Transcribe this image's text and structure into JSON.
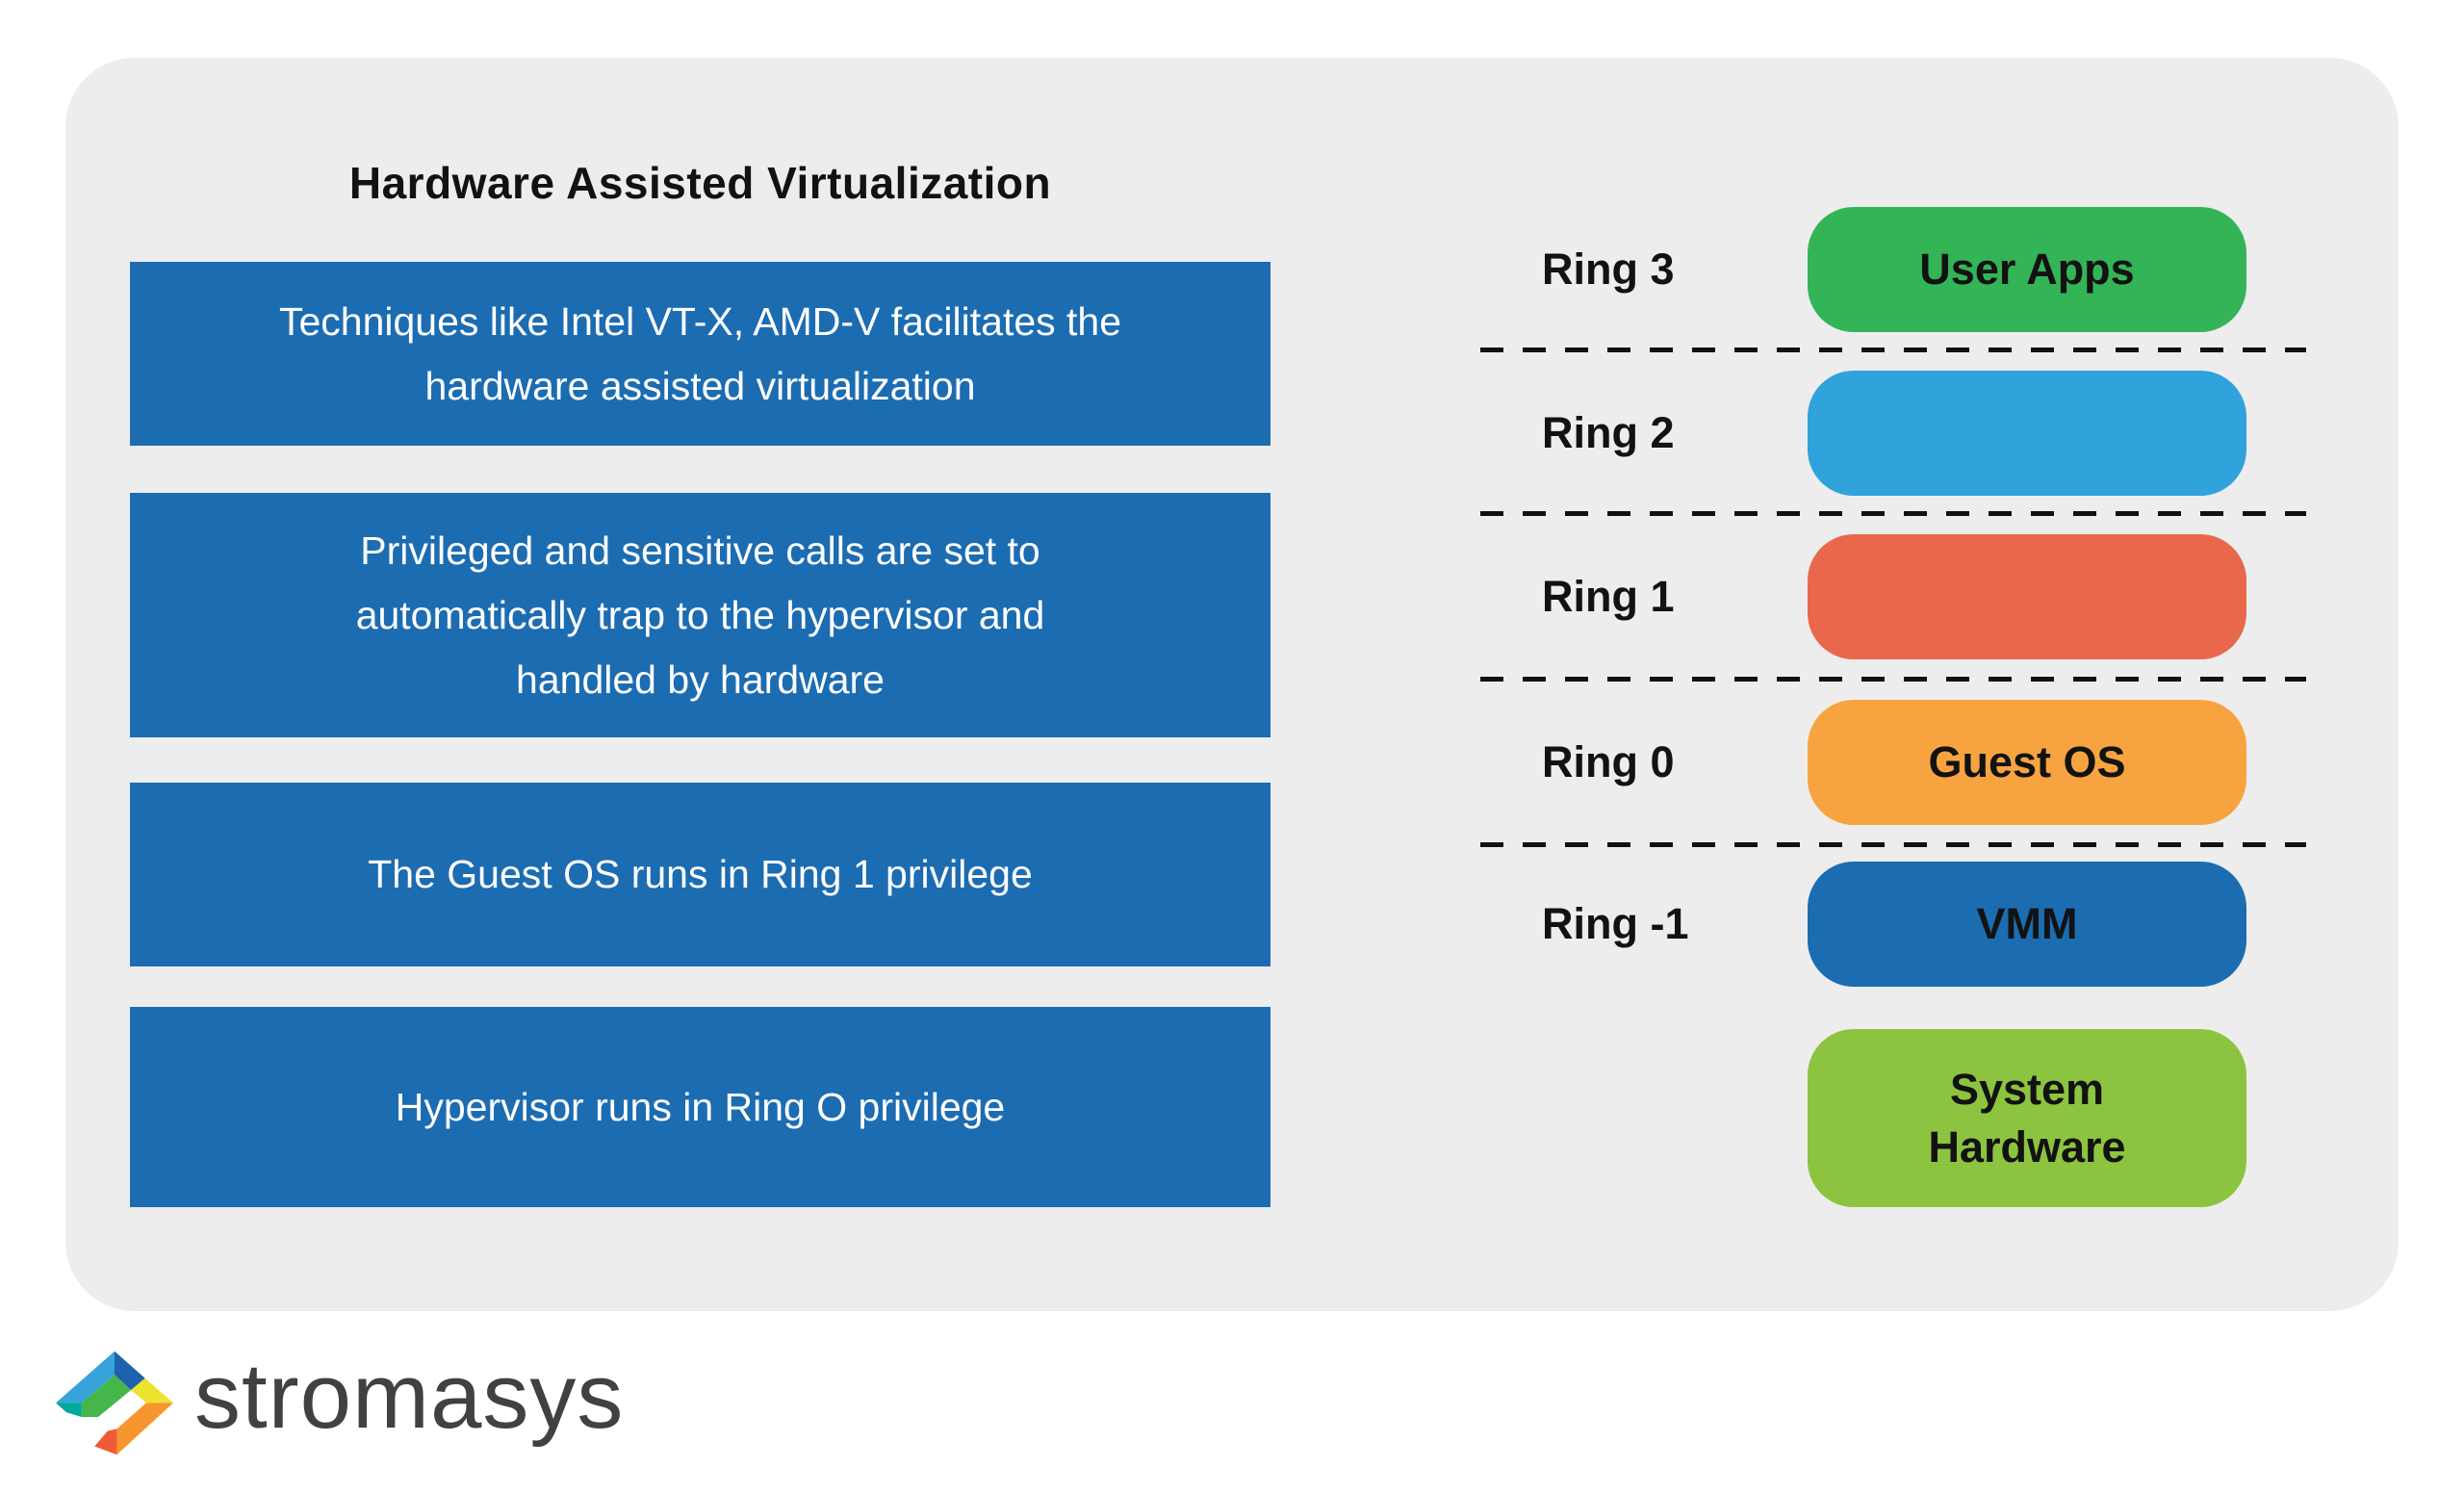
{
  "title": "Hardware Assisted Virtualization",
  "info_boxes": [
    {
      "text": "Techniques like Intel VT-X, AMD-V facilitates the hardware assisted virtualization"
    },
    {
      "text": "Privileged and sensitive calls are set to automatically trap to the hypervisor and handled by hardware"
    },
    {
      "text": "The Guest OS runs in Ring 1 privilege"
    },
    {
      "text": "Hypervisor runs in Ring O privilege"
    }
  ],
  "rings": [
    {
      "label": "Ring 3",
      "pill_text": "User Apps",
      "pill_color": "#33B457"
    },
    {
      "label": "Ring 2",
      "pill_text": "",
      "pill_color": "#30A2DC"
    },
    {
      "label": "Ring 1",
      "pill_text": "",
      "pill_color": "#E9684B"
    },
    {
      "label": "Ring 0",
      "pill_text": "Guest OS",
      "pill_color": "#F7A440"
    },
    {
      "label": "Ring -1",
      "pill_text": "VMM",
      "pill_color": "#1C6CB2"
    },
    {
      "label": "",
      "pill_text": "System Hardware",
      "pill_color": "#8CC440"
    }
  ],
  "colors": {
    "panel_bg": "#EDEDEE",
    "info_box_bg": "#1C6CB2",
    "info_box_text": "#FFFFFF",
    "divider": "#111111",
    "pill_label_text": "#121212"
  },
  "logo": {
    "wordmark": "stromasys",
    "wordmark_color": "#414042",
    "mark_colors": {
      "light_blue": "#36A3DB",
      "dark_blue": "#1E62AD",
      "teal": "#00A79B",
      "green": "#45B649",
      "yellow": "#EDE32E",
      "orange": "#F7952F",
      "red": "#F05B35"
    }
  }
}
